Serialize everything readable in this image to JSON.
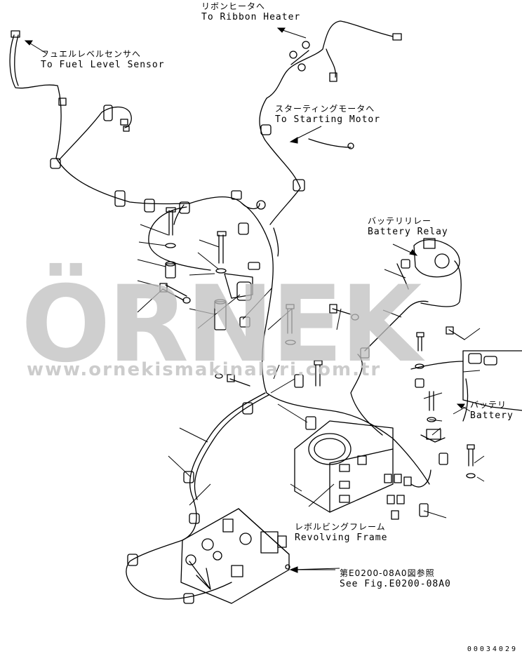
{
  "labels": {
    "ribbon_heater": {
      "jp": "リボンヒータへ",
      "en": "To Ribbon Heater"
    },
    "fuel_level_sensor": {
      "jp": "フュエルレベルセンサへ",
      "en": "To Fuel Level Sensor"
    },
    "starting_motor": {
      "jp": "スターティングモータへ",
      "en": "To Starting Motor"
    },
    "battery_relay": {
      "jp": "バッテリリレー",
      "en": "Battery Relay"
    },
    "battery": {
      "jp": "バッテリ",
      "en": "Battery"
    },
    "revolving_frame": {
      "jp": "レボルビングフレーム",
      "en": "Revolving Frame"
    },
    "see_fig": {
      "jp": "第E0200-08A0図参照",
      "en": "See Fig.E0200-08A0"
    }
  },
  "watermark": {
    "logo": "ÖRNEK",
    "url": "www.ornekismakinalari.com.tr"
  },
  "footer_code": "00034029",
  "colors": {
    "line": "#000000",
    "watermark": "#bfbfbf"
  }
}
